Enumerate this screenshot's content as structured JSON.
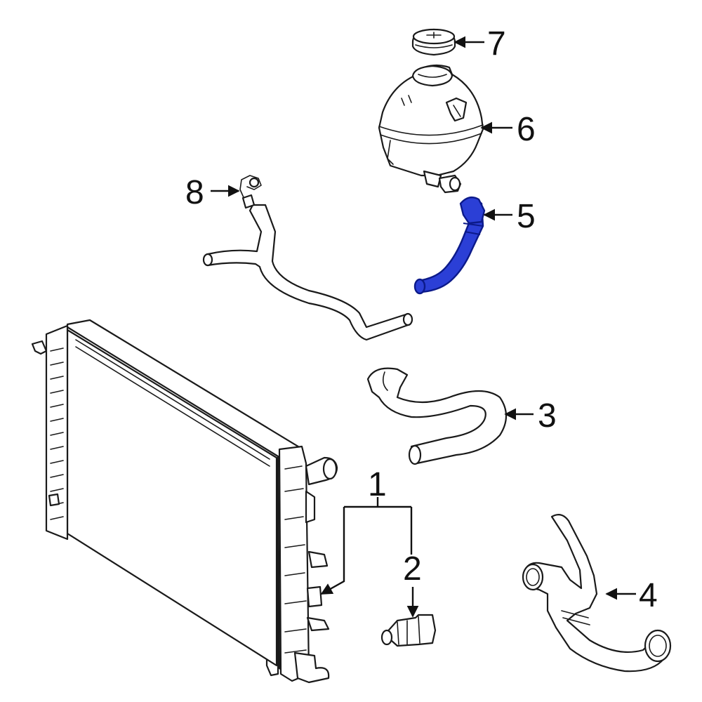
{
  "colors": {
    "background": "#ffffff",
    "line": "#1a1a1a",
    "highlight": "#2b3fd6",
    "highlight_stroke": "#0c1a8a"
  },
  "callouts": {
    "c1": "1",
    "c2": "2",
    "c3": "3",
    "c4": "4",
    "c5": "5",
    "c6": "6",
    "c7": "7",
    "c8": "8"
  },
  "highlighted_part": "5"
}
